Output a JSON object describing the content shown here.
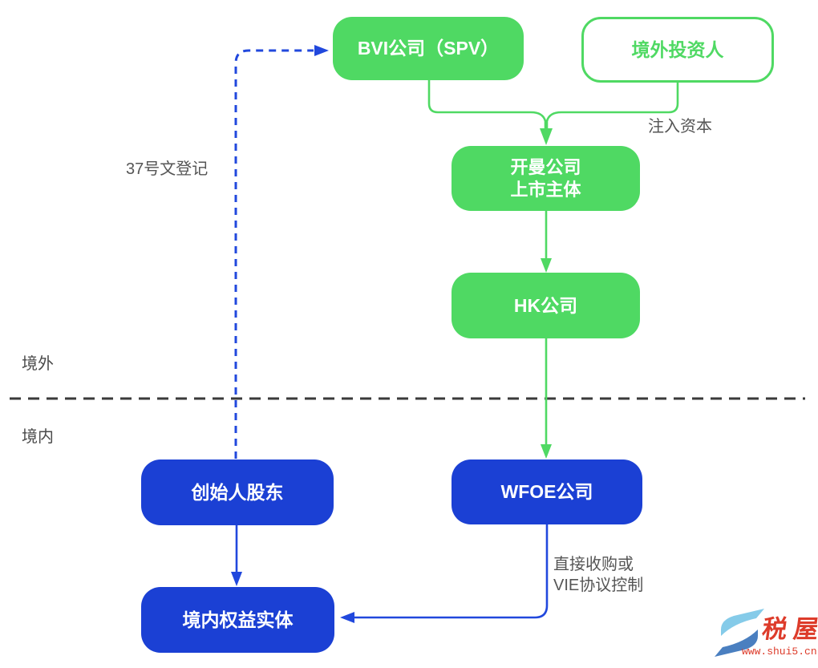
{
  "diagram": {
    "regions": {
      "offshore": "境外",
      "onshore": "境内"
    },
    "nodes": {
      "bvi": {
        "label": "BVI公司（SPV）"
      },
      "investor": {
        "label": "境外投资人"
      },
      "cayman": {
        "line1": "开曼公司",
        "line2": "上市主体"
      },
      "hk": {
        "label": "HK公司"
      },
      "founder": {
        "label": "创始人股东"
      },
      "wfoe": {
        "label": "WFOE公司"
      },
      "domestic": {
        "label": "境内权益实体"
      }
    },
    "edge_labels": {
      "inject_capital": "注入资本",
      "reg37": "37号文登记",
      "acquire_line1": "直接收购或",
      "acquire_line2": "VIE协议控制"
    },
    "colors": {
      "green": "#4fd963",
      "blue": "#1b40d4",
      "line_blue": "#2148dd",
      "label_gray": "#555555",
      "separator": "#3a3a3a",
      "red": "#dd3b2a",
      "logo_light_blue": "#85cbe9",
      "logo_dark_blue": "#4a7fc0"
    }
  },
  "watermark": {
    "brand": "税屋",
    "url": "www.shui5.cn"
  }
}
